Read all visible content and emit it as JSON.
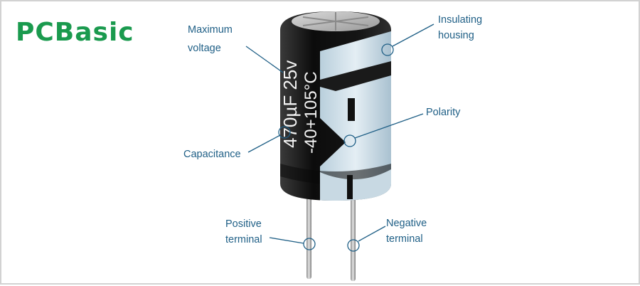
{
  "logo": {
    "text": "PCBasic",
    "color": "#1a9a4e"
  },
  "capacitor": {
    "marking_value": "470µF 25v",
    "marking_temp": "-40+105°C",
    "polarity_mark": "-"
  },
  "callouts": {
    "max_voltage": {
      "line1": "Maximum",
      "line2": "voltage"
    },
    "capacitance": {
      "line1": "Capacitance"
    },
    "insulating_housing": {
      "line1": "Insulating",
      "line2": "housing"
    },
    "polarity": {
      "line1": "Polarity"
    },
    "positive_terminal": {
      "line1": "Positive",
      "line2": "terminal"
    },
    "negative_terminal": {
      "line1": "Negative",
      "line2": "terminal"
    }
  },
  "colors": {
    "callout": "#1f5f86",
    "sleeve": "#111111",
    "stripe": "#cfdfe8",
    "border": "#d2d2d2"
  }
}
